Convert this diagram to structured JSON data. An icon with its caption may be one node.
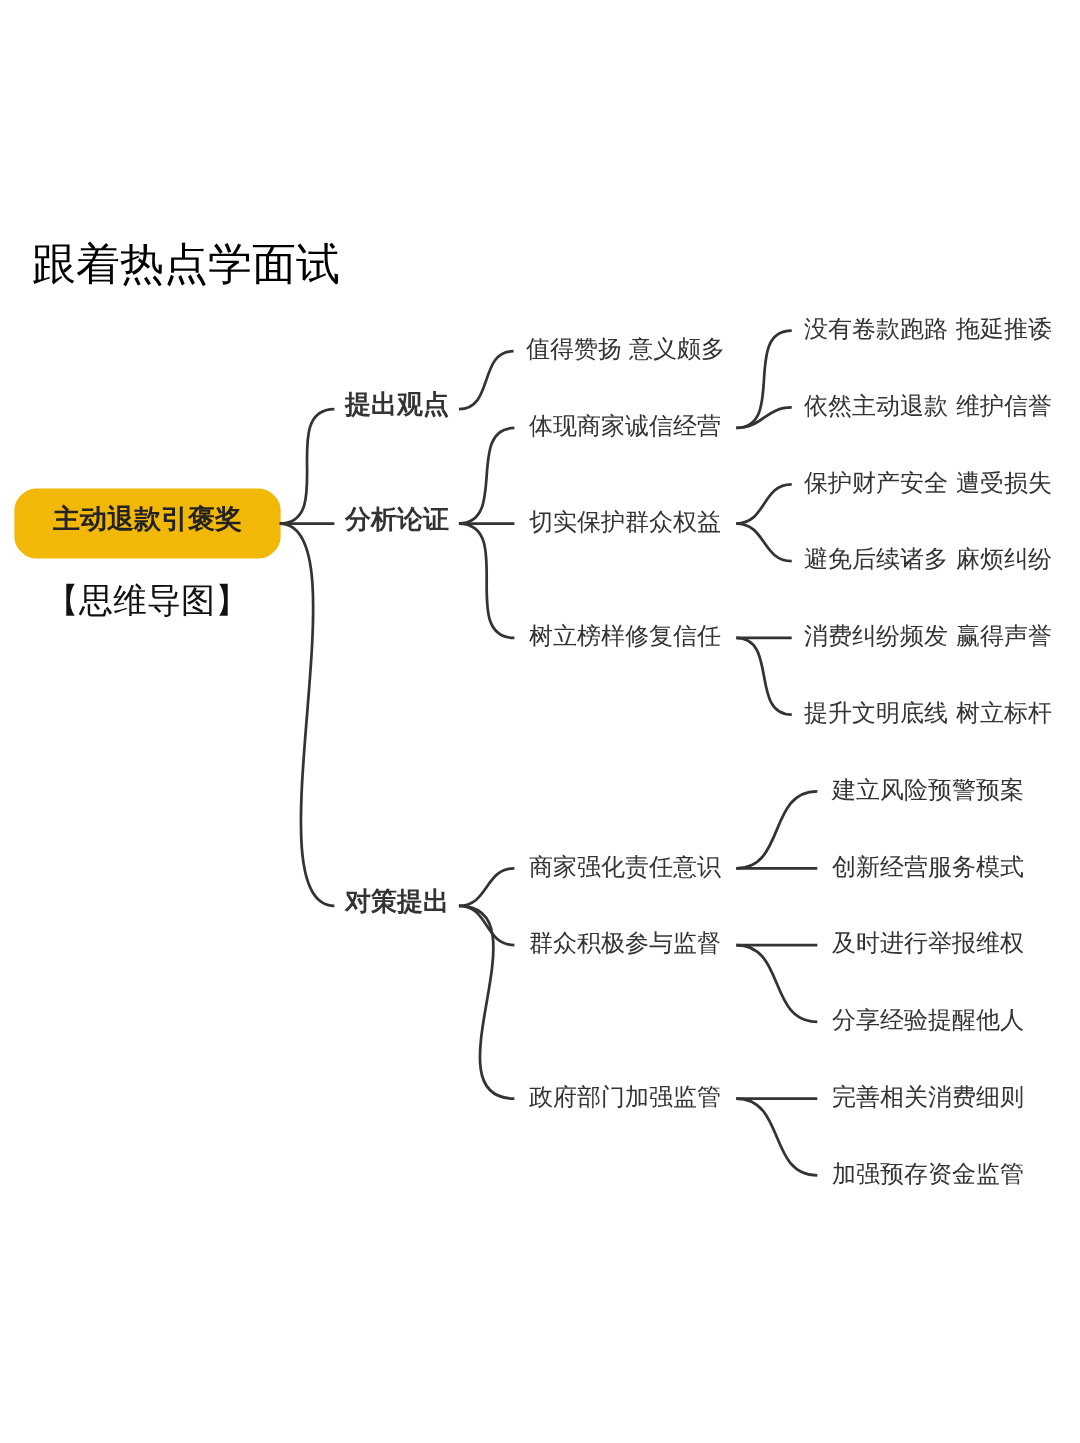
{
  "diagram": {
    "title": "跟着热点学面试",
    "nodes": [
      {
        "text": [
          "主动退款引褒奖"
        ]
      },
      {
        "text": [
          "提出观点"
        ]
      },
      {
        "text": [
          "值得赞扬 意义颇多"
        ]
      },
      {
        "text": [
          "分析论证"
        ]
      },
      {
        "text": [
          "体现商家诚信经营"
        ]
      },
      {
        "text": [
          "没有卷款跑路 拖延推诿"
        ]
      },
      {
        "text": [
          "依然主动退款 维护信誉"
        ]
      },
      {
        "text": [
          "切实保护群众权益"
        ]
      },
      {
        "text": [
          "保护财产安全 遭受损失"
        ]
      },
      {
        "text": [
          "避免后续诸多 麻烦纠纷"
        ]
      },
      {
        "text": [
          "树立榜样修复信任"
        ]
      },
      {
        "text": [
          "消费纠纷频发 赢得声誉"
        ]
      },
      {
        "text": [
          "提升文明底线 树立标杆"
        ]
      },
      {
        "text": [
          "对策提出"
        ]
      },
      {
        "text": [
          "商家强化责任意识"
        ]
      },
      {
        "text": [
          "建立风险预警预案"
        ]
      },
      {
        "text": [
          "创新经营服务模式"
        ]
      },
      {
        "text": [
          "群众积极参与监督"
        ]
      },
      {
        "text": [
          "及时进行举报维权"
        ]
      },
      {
        "text": [
          "分享经验提醒他人"
        ]
      },
      {
        "text": [
          "政府部门加强监管"
        ]
      },
      {
        "text": [
          "完善相关消费细则"
        ]
      },
      {
        "text": [
          "加强预存资金监管"
        ]
      }
    ],
    "edges": [
      {
        "from": 0,
        "to": 1,
        "arrow": "none"
      },
      {
        "from": 0,
        "to": 3,
        "arrow": "none"
      },
      {
        "from": 0,
        "to": 13,
        "arrow": "none"
      },
      {
        "from": 1,
        "to": 2,
        "arrow": "none"
      },
      {
        "from": 3,
        "to": 4,
        "arrow": "none"
      },
      {
        "from": 3,
        "to": 7,
        "arrow": "none"
      },
      {
        "from": 3,
        "to": 10,
        "arrow": "none"
      },
      {
        "from": 4,
        "to": 5,
        "arrow": "none"
      },
      {
        "from": 4,
        "to": 6,
        "arrow": "none"
      },
      {
        "from": 7,
        "to": 8,
        "arrow": "none"
      },
      {
        "from": 7,
        "to": 9,
        "arrow": "none"
      },
      {
        "from": 10,
        "to": 11,
        "arrow": "none"
      },
      {
        "from": 10,
        "to": 12,
        "arrow": "none"
      },
      {
        "from": 13,
        "to": 14,
        "arrow": "none"
      },
      {
        "from": 13,
        "to": 17,
        "arrow": "none"
      },
      {
        "from": 13,
        "to": 20,
        "arrow": "none"
      },
      {
        "from": 14,
        "to": 15,
        "arrow": "none"
      },
      {
        "from": 14,
        "to": 16,
        "arrow": "none"
      },
      {
        "from": 17,
        "to": 18,
        "arrow": "none"
      },
      {
        "from": 17,
        "to": 19,
        "arrow": "none"
      },
      {
        "from": 20,
        "to": 21,
        "arrow": "none"
      },
      {
        "from": 20,
        "to": 22,
        "arrow": "none"
      }
    ],
    "labels": [
      "【思维导图】"
    ]
  }
}
